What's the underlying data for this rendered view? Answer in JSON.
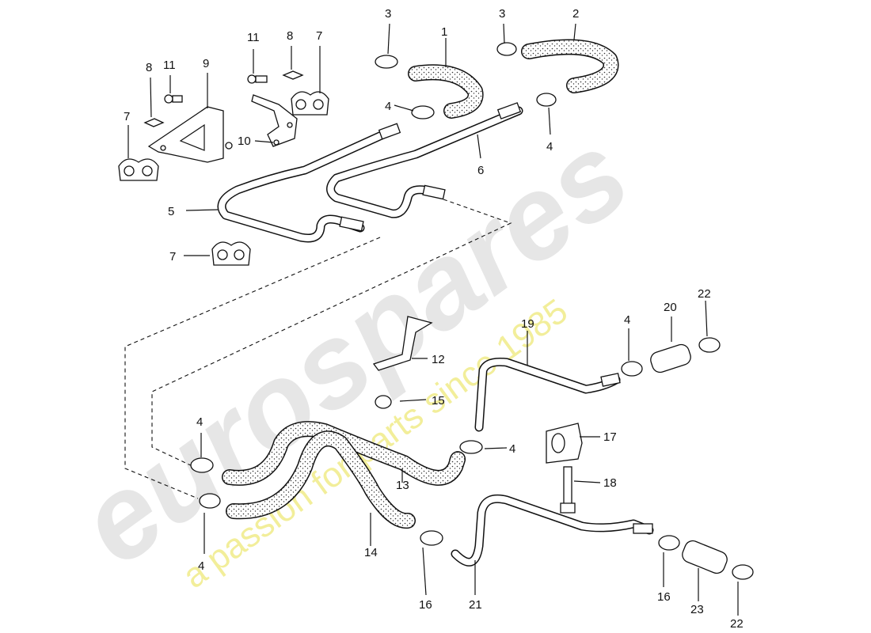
{
  "watermark": {
    "brand": "eurospares",
    "tagline": "a passion for parts since 1985"
  },
  "callouts": {
    "c1": "1",
    "c2": "2",
    "c3a": "3",
    "c3b": "3",
    "c4a": "4",
    "c4b": "4",
    "c4c": "4",
    "c4d": "4",
    "c4e": "4",
    "c4f": "4",
    "c5": "5",
    "c6": "6",
    "c7a": "7",
    "c7b": "7",
    "c7c": "7",
    "c8a": "8",
    "c8b": "8",
    "c9": "9",
    "c10": "10",
    "c11a": "11",
    "c11b": "11",
    "c12": "12",
    "c13": "13",
    "c14": "14",
    "c15": "15",
    "c16a": "16",
    "c16b": "16",
    "c17": "17",
    "c18": "18",
    "c19": "19",
    "c20": "20",
    "c21": "21",
    "c22a": "22",
    "c22b": "22",
    "c23": "23"
  }
}
